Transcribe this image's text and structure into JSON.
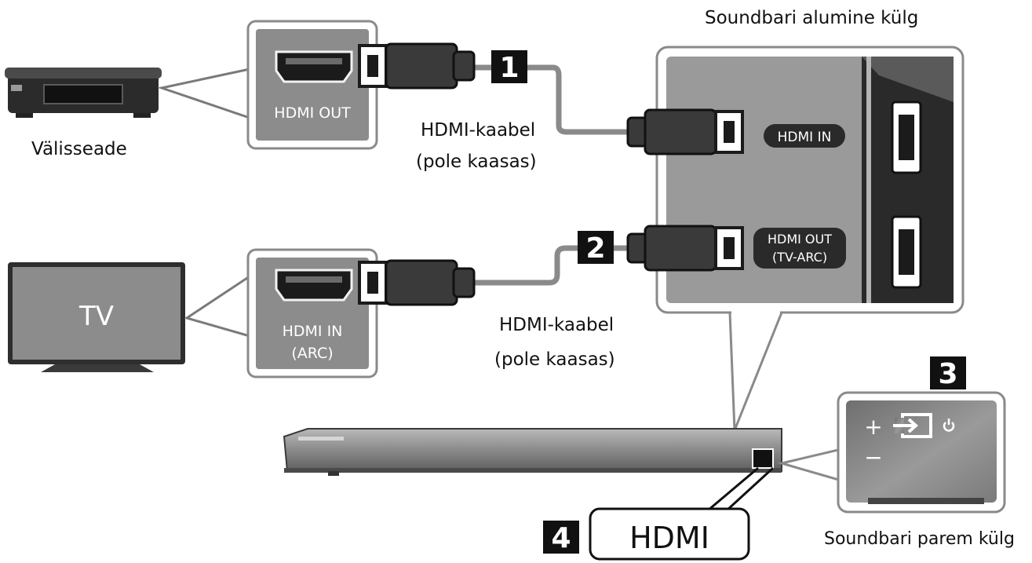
{
  "labels": {
    "external_device": "Välisseade",
    "soundbar_bottom": "Soundbari alumine külg",
    "soundbar_right": "Soundbari parem külg",
    "hdmi_cable_1": "HDMI-kaabel",
    "not_included_1": "(pole kaasas)",
    "hdmi_cable_2": "HDMI-kaabel",
    "not_included_2": "(pole kaasas)",
    "tv": "TV"
  },
  "ports": {
    "device_hdmi_out": "HDMI OUT",
    "tv_hdmi_in_line1": "HDMI IN",
    "tv_hdmi_in_line2": "(ARC)",
    "soundbar_hdmi_in": "HDMI IN",
    "soundbar_hdmi_out_line1": "HDMI OUT",
    "soundbar_hdmi_out_line2": "(TV-ARC)",
    "hdmi_callout": "HDMI"
  },
  "steps": [
    "1",
    "2",
    "3",
    "4"
  ],
  "side_panel": {
    "plus": "+",
    "minus": "−",
    "input_icon": "input-source-icon",
    "power_icon": "power-icon"
  },
  "colors": {
    "panel_gray": "#8c8c8c",
    "badge_black": "#111111",
    "cable_gray": "#8a8a8a"
  }
}
